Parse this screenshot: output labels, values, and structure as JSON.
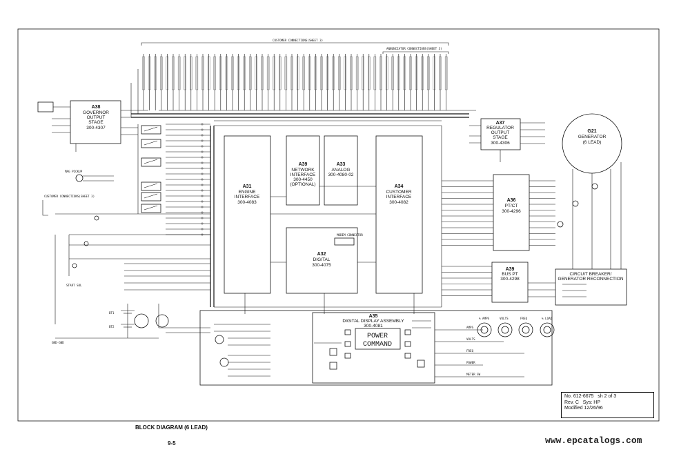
{
  "header": {
    "customer_connections_1": "CUSTOMER CONNECTIONS(SHEET 3)",
    "annunciator_connections": "ANNUNCIATOR CONNECTIONS(SHEET 3)",
    "customer_connections_2": "CUSTOMER CONNECTIONS(SHEET 3)"
  },
  "blocks": {
    "a38": {
      "id": "A38",
      "line1": "GOVERNOR",
      "line2": "OUTPUT",
      "line3": "STAGE",
      "part": "300-4307"
    },
    "a31": {
      "id": "A31",
      "line1": "ENGINE",
      "line2": "INTERFACE",
      "part": "300-4083"
    },
    "a39": {
      "id": "A39",
      "line1": "NETWORK",
      "line2": "INTERFACE",
      "part": "300-4450",
      "note": "(OPTIONAL)"
    },
    "a33": {
      "id": "A33",
      "line1": "ANALOG",
      "part": "300-4080-02"
    },
    "a34": {
      "id": "A34",
      "line1": "CUSTOMER",
      "line2": "INTERFACE",
      "part": "300-4082"
    },
    "a32": {
      "id": "A32",
      "line1": "DIGITAL",
      "part": "300-4075"
    },
    "a37": {
      "id": "A37",
      "line1": "REGULATOR",
      "line2": "OUTPUT",
      "line3": "STAGE",
      "part": "300-4306"
    },
    "a36": {
      "id": "A36",
      "line1": "PT/CT",
      "part": "300-4296"
    },
    "a35": {
      "id": "A35",
      "line1": "DIGITAL DISPLAY ASSEMBLY",
      "part": "300-4081"
    },
    "g21": {
      "id": "G21",
      "line1": "GENERATOR",
      "line2": "(6 LEAD)"
    },
    "breaker": {
      "line1": "CIRCUIT BREAKER/",
      "line2": "GENERATOR RECONNECTION"
    },
    "bus_pt": {
      "id": "A39",
      "line1": "BUS PT",
      "part": "300-4298"
    }
  },
  "display": {
    "line1": "POWER",
    "line2": "COMMAND"
  },
  "meters": [
    "% AMPS",
    "VOLTS",
    "FREQ",
    "% LOAD"
  ],
  "labels": {
    "mag_pickup": "MAG PICKUP",
    "customer_connections_left": "CUSTOMER CONNECTIONS(SHEET 3)",
    "start_sol": "START SOL",
    "bt1": "BT1",
    "bt2": "BT2",
    "gnd": "GND-GND",
    "power": "POWER",
    "volts": "VOLTS",
    "freq": "FREQ",
    "amps": "AMPS",
    "meter_sw": "METER SW",
    "modem_connector": "MODEM CONNECTOR"
  },
  "footer": {
    "title": "BLOCK DIAGRAM (6 LEAD)",
    "page": "9-5",
    "website": "www.epcatalogs.com"
  },
  "revision": {
    "number": "No. 612-6675",
    "sheet": "sh 2 of 3",
    "rev": "Rev. C",
    "sys": "Sys: HP",
    "modified": "Modified 12/26/96"
  }
}
